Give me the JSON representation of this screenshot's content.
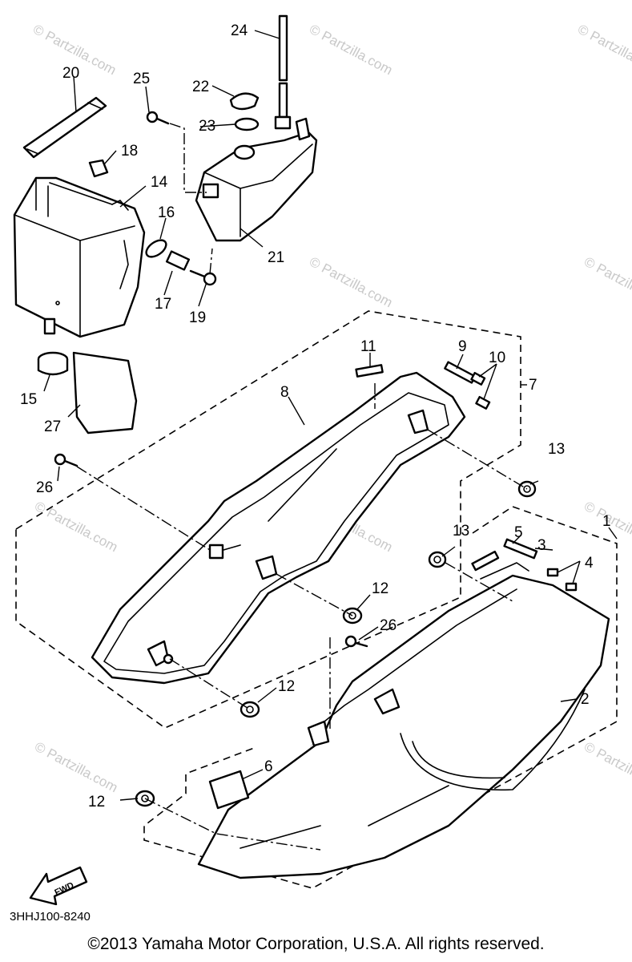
{
  "diagram": {
    "part_numbers": {
      "p1": "1",
      "p2": "2",
      "p3": "3",
      "p4": "4",
      "p5": "5",
      "p6": "6",
      "p7": "7",
      "p8": "8",
      "p9": "9",
      "p10": "10",
      "p11": "11",
      "p12": "12",
      "p13": "13",
      "p14": "14",
      "p15": "15",
      "p16": "16",
      "p17": "17",
      "p18": "18",
      "p19": "19",
      "p20": "20",
      "p21": "21",
      "p22": "22",
      "p23": "23",
      "p24": "24",
      "p25": "25",
      "p26": "26",
      "p27": "27"
    },
    "fwd_label": "FWD",
    "drawing_code": "3HHJ100-8240",
    "watermark_text": "© Partzilla.com"
  },
  "footer": {
    "copyright": "©2013 Yamaha Motor Corporation, U.S.A. All rights reserved."
  }
}
